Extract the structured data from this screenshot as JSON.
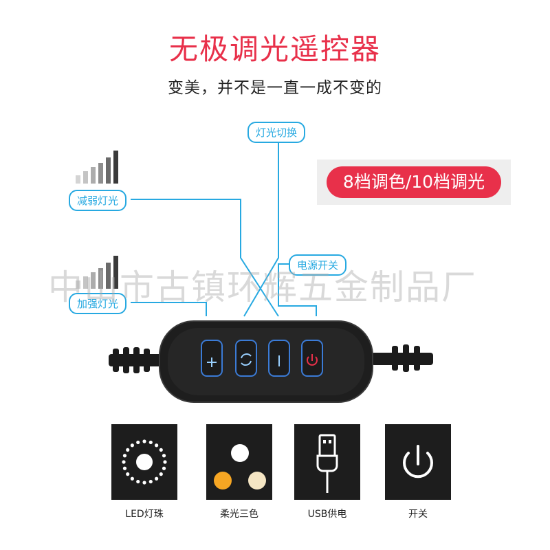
{
  "header": {
    "title": "无极调光遥控器",
    "subtitle": "变美，并不是一直一成不变的"
  },
  "callouts": {
    "switch_light": "灯光切换",
    "decrease_light": "减弱灯光",
    "increase_light": "加强灯光",
    "power_switch": "电源开关"
  },
  "badge": "8档调色/10档调光",
  "watermark": "中山市古镇环辉五金制品厂",
  "controller": {
    "buttons": [
      "plus",
      "cycle",
      "minus",
      "power"
    ]
  },
  "features": [
    {
      "label": "LED灯珠",
      "icon": "led-ring-icon"
    },
    {
      "label": "柔光三色",
      "icon": "three-color-icon"
    },
    {
      "label": "USB供电",
      "icon": "usb-plug-icon"
    },
    {
      "label": "开关",
      "icon": "power-icon"
    }
  ],
  "colors": {
    "accent": "#e8304a",
    "callout": "#27a9e1",
    "warm": "#f6a623",
    "neutral": "#f5e6c4"
  }
}
